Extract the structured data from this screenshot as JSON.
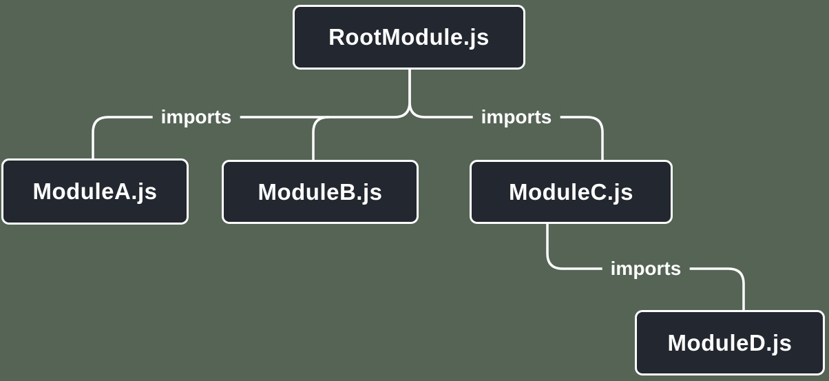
{
  "diagram": {
    "type": "module-import-tree",
    "nodes": {
      "root": {
        "label": "RootModule.js"
      },
      "a": {
        "label": "ModuleA.js"
      },
      "b": {
        "label": "ModuleB.js"
      },
      "c": {
        "label": "ModuleC.js"
      },
      "d": {
        "label": "ModuleD.js"
      }
    },
    "edges": [
      {
        "from": "RootModule.js",
        "to": "ModuleA.js",
        "label": "imports"
      },
      {
        "from": "RootModule.js",
        "to": "ModuleB.js",
        "label": "imports"
      },
      {
        "from": "RootModule.js",
        "to": "ModuleC.js",
        "label": "imports"
      },
      {
        "from": "ModuleC.js",
        "to": "ModuleD.js",
        "label": "imports"
      }
    ],
    "colors": {
      "background": "#556455",
      "node_fill": "#23272f",
      "node_border": "#ffffff",
      "node_text": "#ffffff",
      "line": "#ffffff"
    }
  }
}
